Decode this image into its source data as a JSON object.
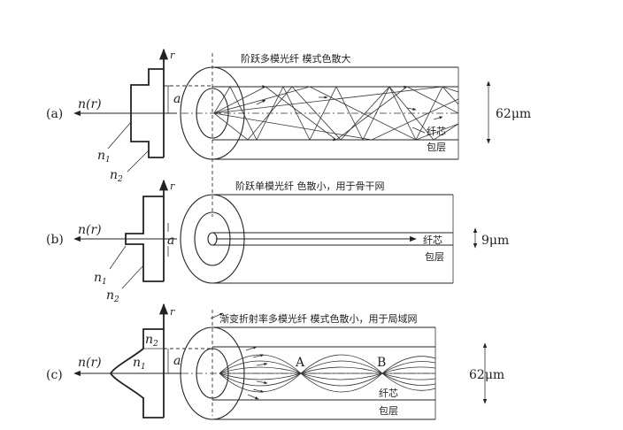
{
  "panels": [
    {
      "id": "a",
      "tag": "(a)",
      "nr": "n(r)",
      "r": "r",
      "a": "a",
      "n1": "n",
      "n1_sub": "1",
      "n2": "n",
      "n2_sub": "2",
      "title": "阶跃多模光纤   模式色散大",
      "core": "纤芯",
      "cladding": "包层",
      "size": "62μm"
    },
    {
      "id": "b",
      "tag": "(b)",
      "nr": "n(r)",
      "r": "r",
      "a": "a",
      "n1": "n",
      "n1_sub": "1",
      "n2": "n",
      "n2_sub": "2",
      "title": "阶跃单模光纤   色散小，用于骨干网",
      "core": "纤芯",
      "cladding": "包层",
      "size": "9μm"
    },
    {
      "id": "c",
      "tag": "(c)",
      "nr": "n(r)",
      "r": "r",
      "a": "a",
      "n1": "n",
      "n1_sub": "1",
      "n2": "n",
      "n2_sub": "2",
      "title": "渐变折射率多模光纤   模式色散小，用于局域网",
      "core": "纤芯",
      "cladding": "包层",
      "size": "62μm",
      "point_a": "A",
      "point_b": "B"
    }
  ]
}
